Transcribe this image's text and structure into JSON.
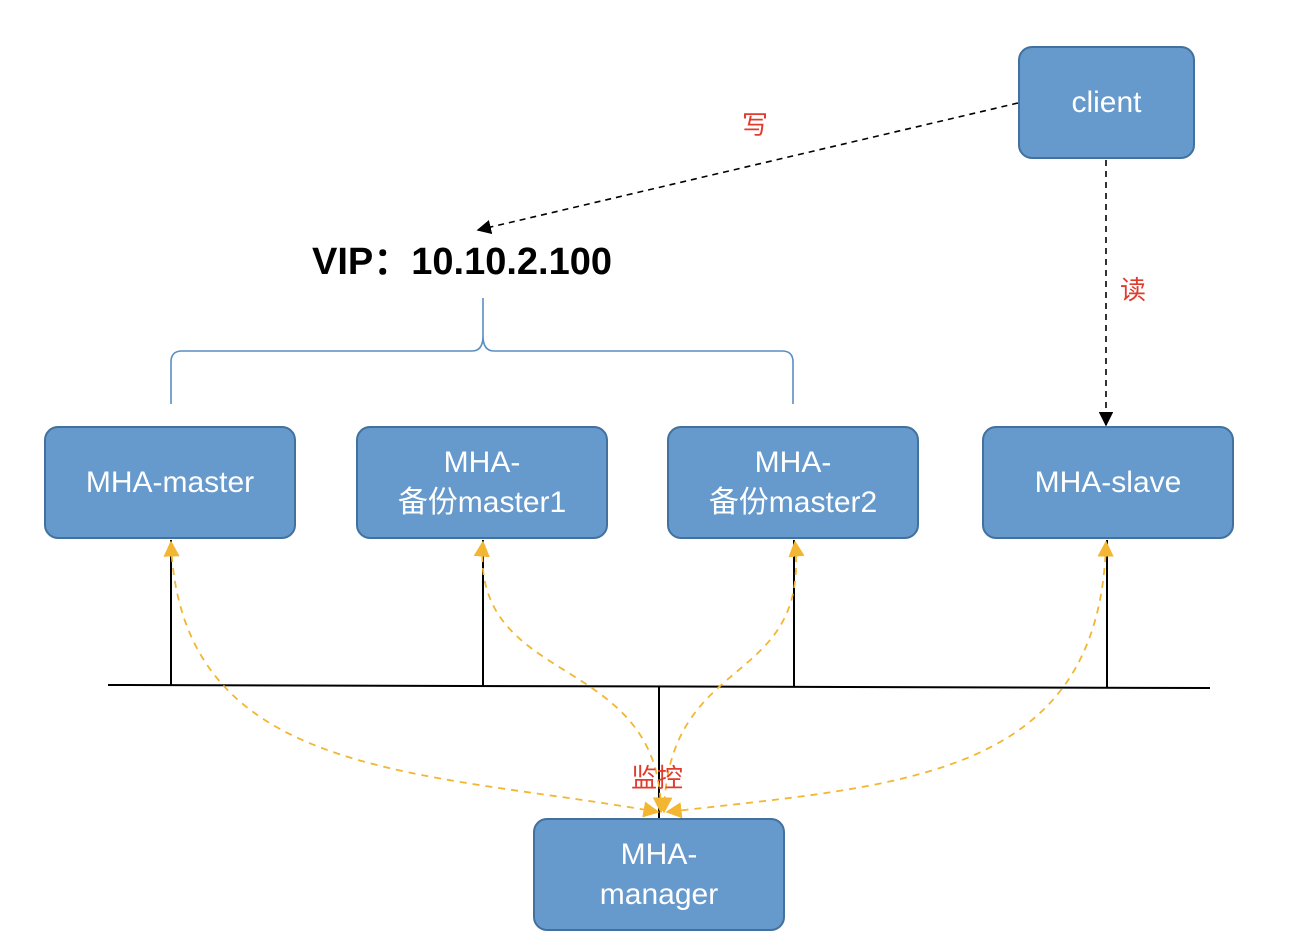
{
  "colors": {
    "node_fill": "#6699cc",
    "node_border": "#41719c",
    "node_text": "#ffffff",
    "label_red": "#e03c2e",
    "monitor_arrow": "#f2b632",
    "brace": "#5b8ec5",
    "line": "#000000"
  },
  "vip": {
    "text": "VIP：10.10.2.100"
  },
  "nodes": {
    "client": "client",
    "master": "MHA-master",
    "backup1": "MHA-\n备份master1",
    "backup2": "MHA-\n备份master2",
    "slave": "MHA-slave",
    "manager": "MHA-\nmanager"
  },
  "labels": {
    "write": "写",
    "read": "读",
    "monitor": "监控"
  },
  "icons": {
    "write_arrow": "dashed-arrow",
    "read_arrow": "dashed-arrow",
    "monitor_arrows": "dashed-curved-arrow",
    "vip_brace": "curly-brace"
  }
}
